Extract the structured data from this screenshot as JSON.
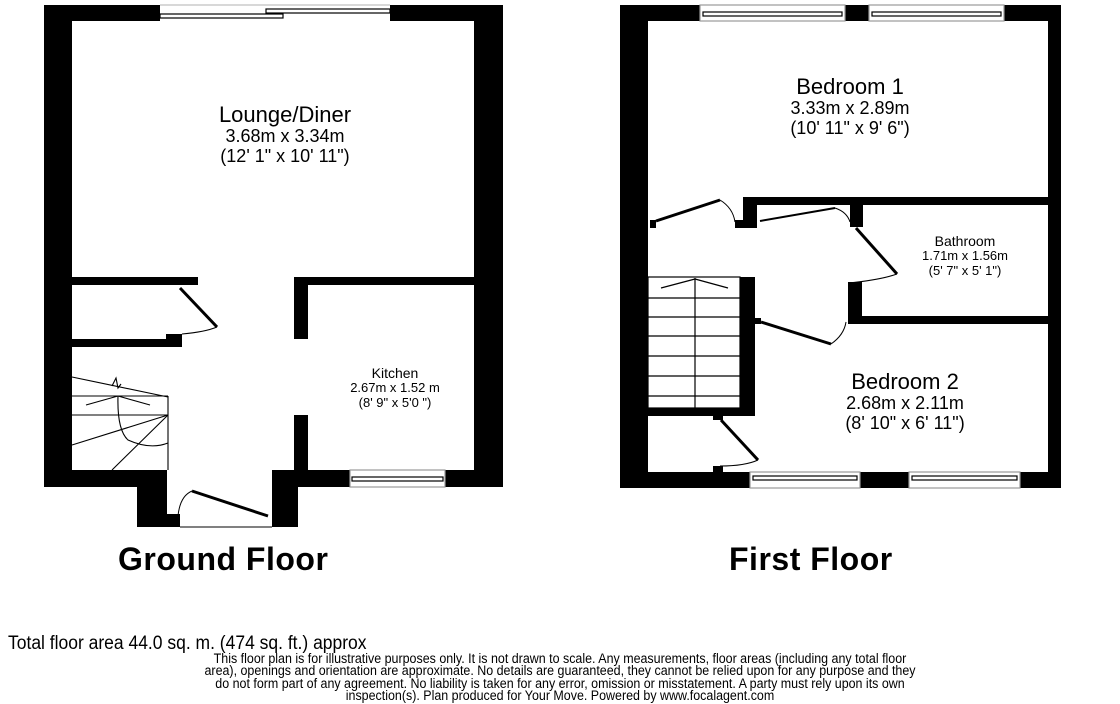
{
  "ground_floor": {
    "title": "Ground Floor",
    "rooms": [
      {
        "name": "Lounge/Diner",
        "metric": "3.68m x 3.34m",
        "imperial": "(12' 1\" x 10' 11\")"
      },
      {
        "name": "Kitchen",
        "metric": "2.67m x  1.52 m",
        "imperial": "(8' 9\" x 5'0   \")"
      }
    ]
  },
  "first_floor": {
    "title": "First Floor",
    "rooms": [
      {
        "name": "Bedroom 1",
        "metric": "3.33m x 2.89m",
        "imperial": "(10' 11\" x 9' 6\")"
      },
      {
        "name": "Bathroom",
        "metric": "1.71m x 1.56m",
        "imperial": "(5' 7\" x 5' 1\")"
      },
      {
        "name": "Bedroom 2",
        "metric": "2.68m x 2.11m",
        "imperial": "(8' 10\" x 6' 11\")"
      }
    ]
  },
  "footer": {
    "total_area": "Total floor area 44.0 sq. m. (474 sq. ft.) approx",
    "disclaimer_lines": [
      "This floor plan is for illustrative purposes only. It is not drawn to scale. Any measurements, floor areas (including any total floor",
      "area), openings and orientation are approximate. No details are guaranteed, they cannot be relied upon for any purpose and they",
      "do not form part of any agreement. No liability is taken for any error, omission or misstatement. A party must rely upon its own",
      "inspection(s). Plan produced for Your Move. Powered by www.focalagent.com"
    ]
  },
  "colors": {
    "wall": "#000000",
    "background": "#ffffff"
  }
}
